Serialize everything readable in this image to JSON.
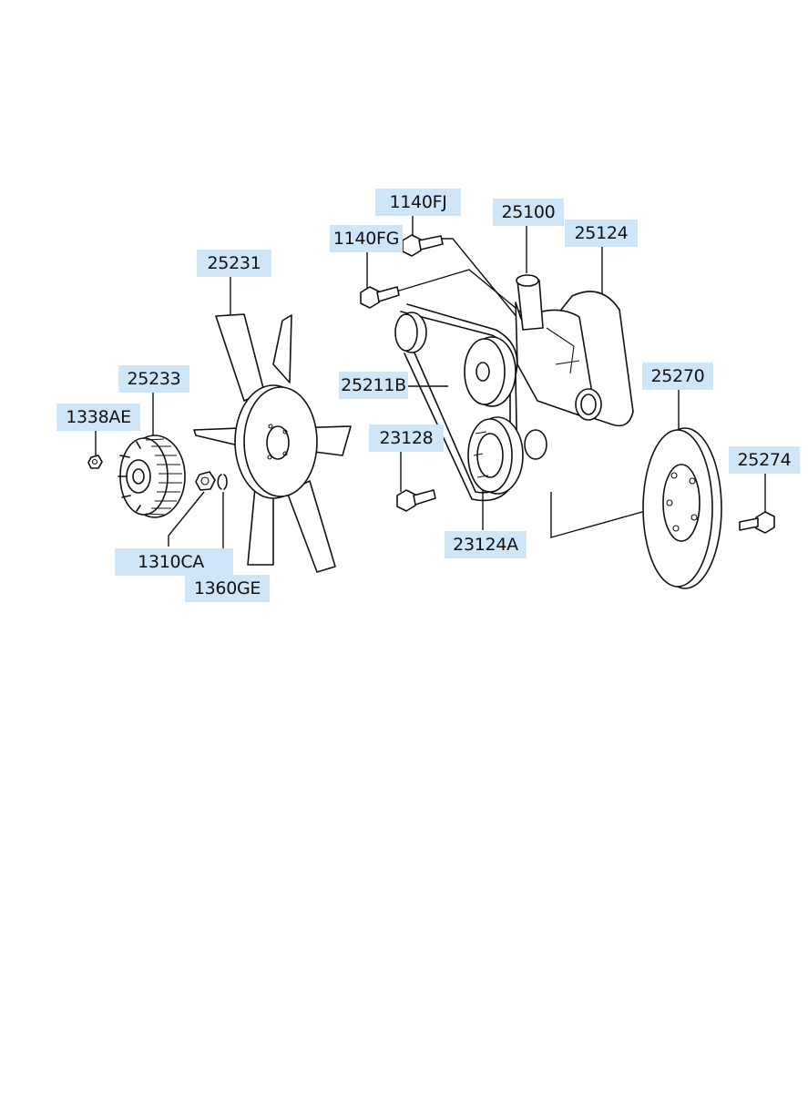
{
  "parts": [
    {
      "id": "p-1140fj",
      "number": "1140FJ"
    },
    {
      "id": "p-25100",
      "number": "25100"
    },
    {
      "id": "p-25124",
      "number": "25124"
    },
    {
      "id": "p-1140fg",
      "number": "1140FG"
    },
    {
      "id": "p-25231",
      "number": "25231"
    },
    {
      "id": "p-25233",
      "number": "25233"
    },
    {
      "id": "p-25211b",
      "number": "25211B"
    },
    {
      "id": "p-25270",
      "number": "25270"
    },
    {
      "id": "p-1338ae",
      "number": "1338AE"
    },
    {
      "id": "p-23128",
      "number": "23128"
    },
    {
      "id": "p-25274",
      "number": "25274"
    },
    {
      "id": "p-23124a",
      "number": "23124A"
    },
    {
      "id": "p-1310ca",
      "number": "1310CA"
    },
    {
      "id": "p-1360ge",
      "number": "1360GE"
    }
  ],
  "colors": {
    "label_bg": "#cfe5f8",
    "line": "#111111",
    "paper": "#ffffff"
  },
  "icons": {
    "fan_clutch": "fan-clutch-icon",
    "fan": "cooling-fan-icon",
    "belt": "v-belt-icon",
    "water_pump": "water-pump-icon",
    "pulley": "fan-pulley-icon",
    "crank_pulley": "crankshaft-pulley-icon",
    "bolt": "bolt-icon",
    "nut": "nut-icon",
    "washer": "washer-icon"
  }
}
